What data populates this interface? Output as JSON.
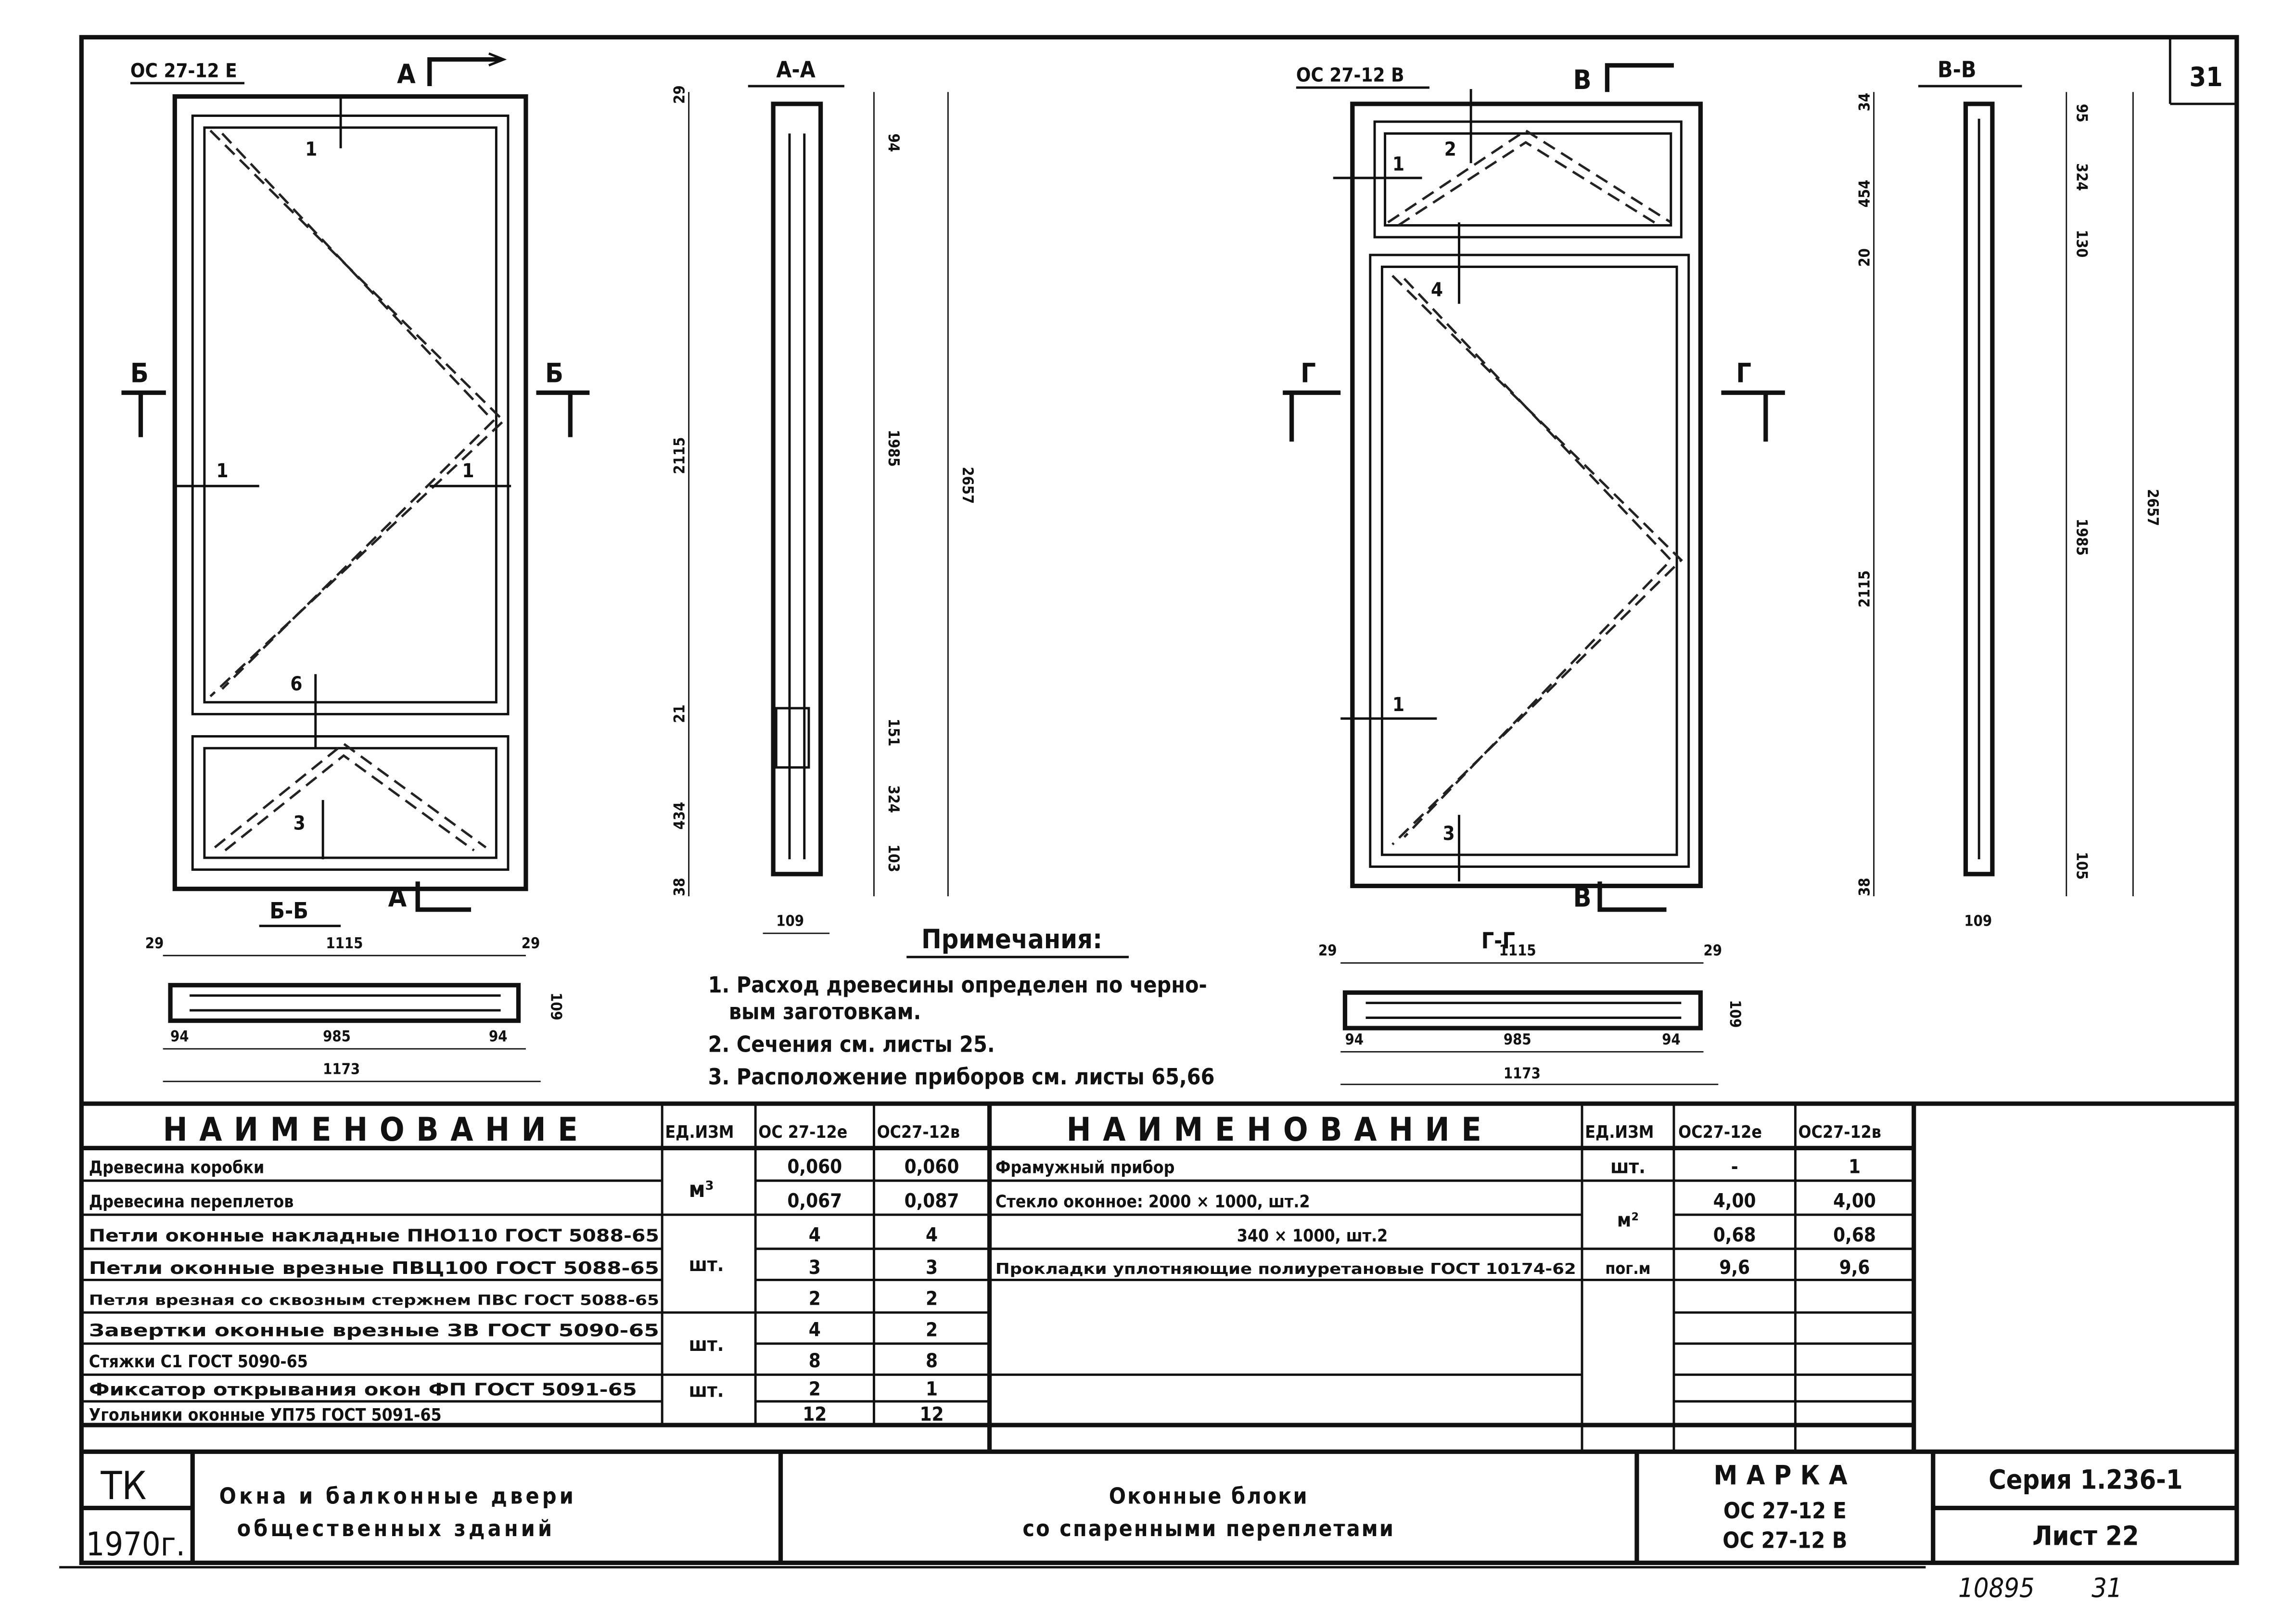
{
  "sheet_number_corner": "31",
  "left_view": {
    "mark": "ОС 27-12 Е",
    "cut_a_top": "А",
    "cut_a_bottom": "А",
    "cut_b_left": "Б",
    "cut_b_right": "Б",
    "callouts": [
      "1",
      "1",
      "1",
      "6",
      "3"
    ],
    "section_aa": {
      "title": "А-А",
      "dims_left": [
        "29",
        "2115",
        "21",
        "434",
        "38"
      ],
      "dims_mid": [
        "94",
        "1985",
        "151",
        "324",
        "103"
      ],
      "dims_right": [
        "2657"
      ],
      "dim_bottom": "109"
    },
    "section_bb": {
      "title": "Б-Б",
      "dims": [
        "29",
        "1115",
        "29",
        "94",
        "985",
        "94",
        "1173",
        "109"
      ]
    }
  },
  "right_view": {
    "mark": "ОС 27-12 В",
    "cut_v_top": "В",
    "cut_v_bottom": "В",
    "cut_g_left": "Г",
    "cut_g_right": "Г",
    "callouts": [
      "2",
      "1",
      "4",
      "1",
      "3"
    ],
    "section_vv": {
      "title": "В-В",
      "dims_left": [
        "34",
        "454",
        "20",
        "2115",
        "38"
      ],
      "dims_mid": [
        "95",
        "324",
        "130",
        "1985",
        "105"
      ],
      "dims_right": [
        "2657"
      ],
      "dim_bottom": "109"
    },
    "section_gg": {
      "title": "Г-Г",
      "dims": [
        "29",
        "1115",
        "29",
        "94",
        "985",
        "94",
        "1173",
        "109"
      ]
    }
  },
  "notes": {
    "title": "Примечания:",
    "lines": [
      "1. Расход древесины определен по черно-",
      "вым заготовкам.",
      "2. Сечения см. листы 25.",
      "3. Расположение приборов см. листы 65,66"
    ]
  },
  "table_left": {
    "headers": [
      "НАИМЕНОВАНИЕ",
      "ЕД.ИЗМ",
      "ОС 27-12е",
      "ОС27-12в"
    ],
    "units": [
      "м³",
      "шт.",
      "шт.",
      "шт."
    ],
    "rows": [
      [
        "Древесина коробки",
        "0,060",
        "0,060"
      ],
      [
        "Древесина переплетов",
        "0,067",
        "0,087"
      ],
      [
        "Петли оконные накладные ПНО110 ГОСТ 5088-65",
        "4",
        "4"
      ],
      [
        "Петли оконные врезные ПВЦ100 ГОСТ 5088-65",
        "3",
        "3"
      ],
      [
        "Петля врезная со сквозным стержнем ПВС ГОСТ 5088-65",
        "2",
        "2"
      ],
      [
        "Завертки оконные врезные ЗВ ГОСТ 5090-65",
        "4",
        "2"
      ],
      [
        "Стяжки С1 ГОСТ 5090-65",
        "8",
        "8"
      ],
      [
        "Фиксатор открывания окон ФП ГОСТ 5091-65",
        "2",
        "1"
      ],
      [
        "Угольники оконные УП75 ГОСТ 5091-65",
        "12",
        "12"
      ]
    ]
  },
  "table_right": {
    "headers": [
      "НАИМЕНОВАНИЕ",
      "ЕД.ИЗМ",
      "ОС27-12е",
      "ОС27-12в"
    ],
    "rows": [
      [
        "Фрамужный прибор",
        "шт.",
        "-",
        "1"
      ],
      [
        "Стекло оконное: 2000 × 1000, шт.2",
        "м²",
        "4,00",
        "4,00"
      ],
      [
        "340 × 1000, шт.2",
        "",
        "0,68",
        "0,68"
      ],
      [
        "Прокладки уплотняющие полиуретановые ГОСТ 10174-62",
        "пог.м",
        "9,6",
        "9,6"
      ]
    ]
  },
  "title_block": {
    "org": "ТК",
    "year": "1970г.",
    "title_line1": "Окна и балконные двери",
    "title_line2": "общественных зданий",
    "subtitle_line1": "Оконные блоки",
    "subtitle_line2": "со спаренными переплетами",
    "mark_label": "МАРКА",
    "mark_1": "ОС 27-12 Е",
    "mark_2": "ОС 27-12 В",
    "series": "Серия 1.236-1",
    "sheet": "Лист 22"
  },
  "archive_number": "10895",
  "archive_page": "31"
}
